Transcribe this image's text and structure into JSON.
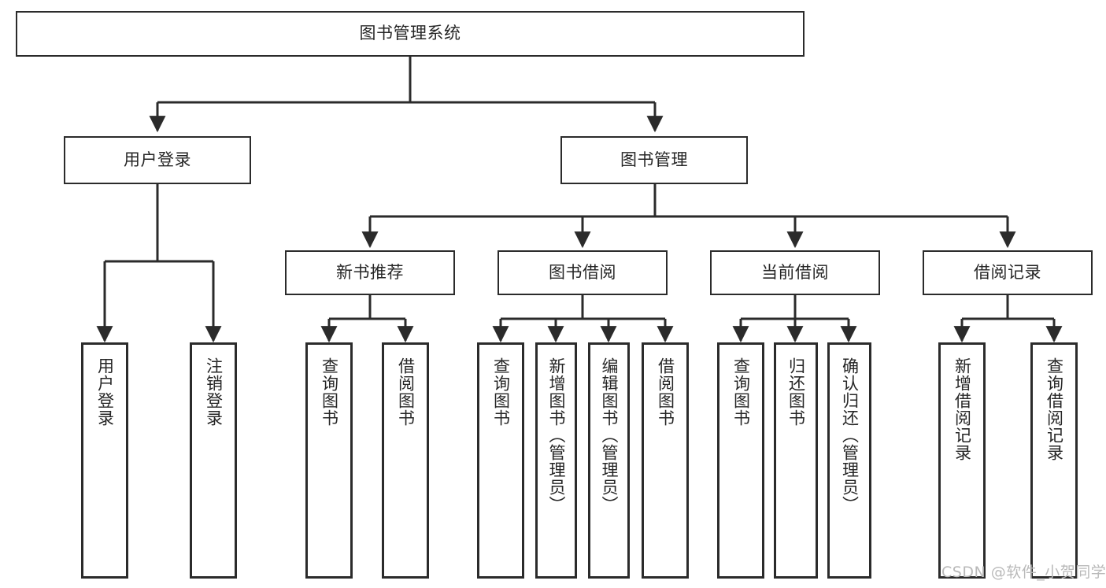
{
  "diagram": {
    "type": "tree-hierarchy",
    "title": "图书管理系统",
    "watermark": "CSDN @软件_小贺同学",
    "colors": {
      "stroke": "#2b2b2b",
      "fill": "#ffffff",
      "text": "#262626",
      "watermark": "#b9b9b9"
    },
    "nodes": {
      "root": {
        "label": "图书管理系统"
      },
      "level2": [
        {
          "label": "用户登录"
        },
        {
          "label": "图书管理"
        }
      ],
      "level3": [
        {
          "label": "新书推荐"
        },
        {
          "label": "图书借阅"
        },
        {
          "label": "当前借阅"
        },
        {
          "label": "借阅记录"
        }
      ],
      "leaves": {
        "user_login": [
          {
            "label": "用户登录"
          },
          {
            "label": "注销登录"
          }
        ],
        "new_book_recommend": [
          {
            "label": "查询图书"
          },
          {
            "label": "借阅图书"
          }
        ],
        "book_borrow": [
          {
            "label": "查询图书"
          },
          {
            "label": "新增图书（管理员）"
          },
          {
            "label": "编辑图书（管理员）"
          },
          {
            "label": "借阅图书"
          }
        ],
        "current_borrow": [
          {
            "label": "查询图书"
          },
          {
            "label": "归还图书"
          },
          {
            "label": "确认归还（管理员）"
          }
        ],
        "borrow_record": [
          {
            "label": "新增借阅记录"
          },
          {
            "label": "查询借阅记录"
          }
        ]
      }
    }
  }
}
